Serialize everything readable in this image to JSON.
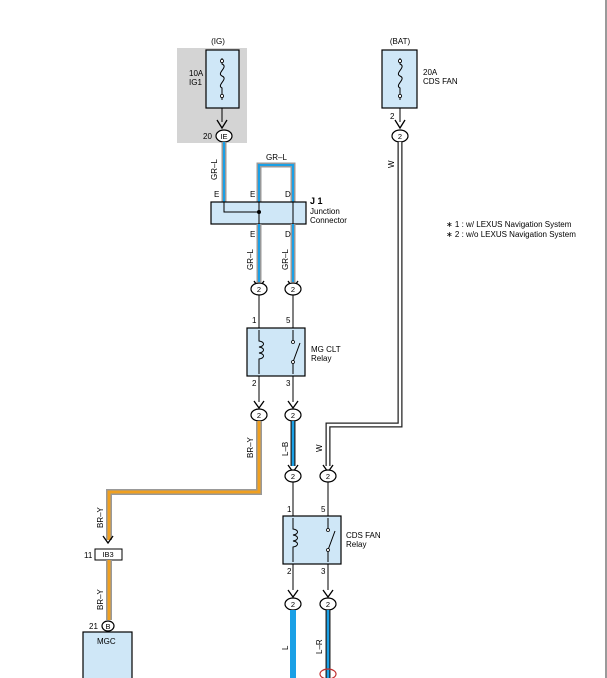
{
  "diagram": {
    "ig_label": "(IG)",
    "bat_label": "(BAT)",
    "fuse_ig": {
      "rating": "10A",
      "name": "IG1"
    },
    "fuse_bat": {
      "rating": "20A",
      "name": "CDS FAN"
    },
    "pin_ig_fuse": "20",
    "connector_ie": "IE",
    "pin_bat_fuse": "2",
    "circle_2": "2",
    "junction": {
      "id": "J 1",
      "name_line1": "Junction",
      "name_line2": "Connector",
      "pin_e": "E",
      "pin_d": "D"
    },
    "notes": [
      "∗ 1 : w/ LEXUS Navigation System",
      "∗ 2 : w/o LEXUS Navigation System"
    ],
    "relay_mg": {
      "line1": "MG CLT",
      "line2": "Relay",
      "pin1": "1",
      "pin5": "5",
      "pin2": "2",
      "pin3": "3"
    },
    "relay_cds": {
      "line1": "CDS FAN",
      "line2": "Relay",
      "pin1": "1",
      "pin5": "5",
      "pin2": "2",
      "pin3": "3"
    },
    "wires": {
      "gr_l": "GR–L",
      "w": "W",
      "br_y": "BR–Y",
      "l_b": "L–B",
      "l": "L",
      "l_r": "L–R"
    },
    "ib3": {
      "pin": "11",
      "label": "IB3"
    },
    "mgc": {
      "pin": "21",
      "connector": "B",
      "label": "MGC"
    },
    "colors": {
      "wire_blue": "#1aa0e6",
      "wire_orange": "#f0a020",
      "wire_gray": "#999999",
      "box_fill": "#cfe7f7",
      "fuse_bg": "#d4d4d4"
    }
  }
}
